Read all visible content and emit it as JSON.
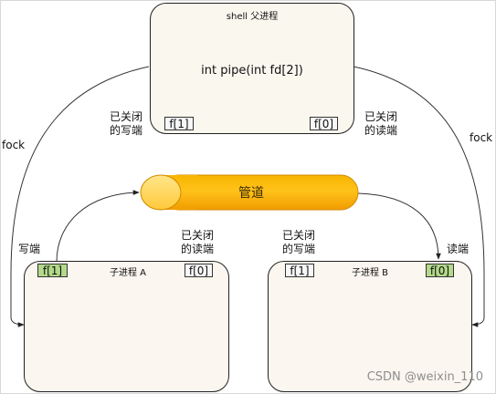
{
  "parent": {
    "title": "shell 父进程",
    "call": "int pipe(int fd[2])",
    "port_write": "f[1]",
    "port_read": "f[0]"
  },
  "child_a": {
    "title": "子进程 A",
    "port_write": "f[1]",
    "port_read": "f[0]"
  },
  "child_b": {
    "title": "子进程 B",
    "port_write": "f[1]",
    "port_read": "f[0]"
  },
  "pipe": {
    "label": "管道"
  },
  "labels": {
    "fork_left": "fock",
    "fork_right": "fock",
    "parent_closed_write_1": "已关闭",
    "parent_closed_write_2": "的写端",
    "parent_closed_read_1": "已关闭",
    "parent_closed_read_2": "的读端",
    "a_write": "写端",
    "a_closed_read_1": "已关闭",
    "a_closed_read_2": "的读端",
    "b_closed_write_1": "已关闭",
    "b_closed_write_2": "的写端",
    "b_read": "读端"
  },
  "watermark": "CSDN @weixin_110",
  "colors": {
    "pipe_dark": "#f0a400",
    "pipe_light": "#ffe07a",
    "active_port": "#b3d98a",
    "box_fill": "#f9f7ee"
  }
}
